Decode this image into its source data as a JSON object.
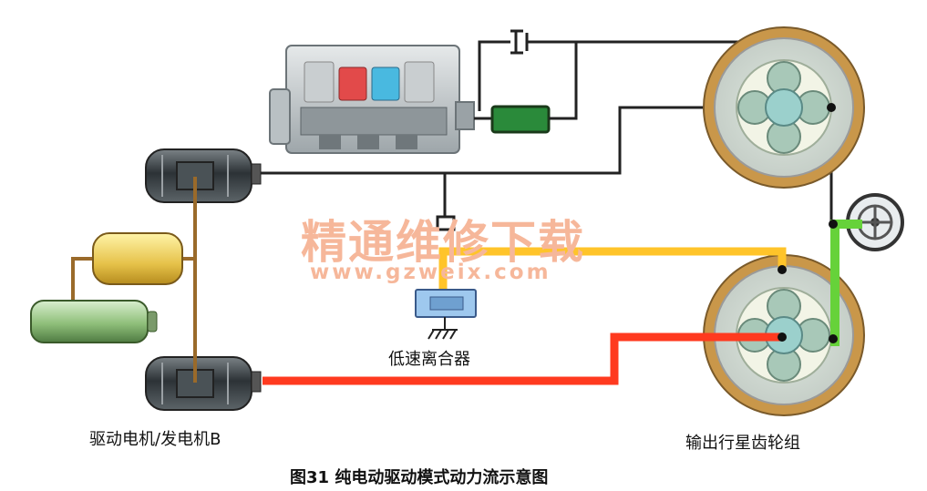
{
  "diagram": {
    "caption": "图31 纯电动驱动模式动力流示意图",
    "labels": {
      "low_speed_clutch": "低速离合器",
      "motor_generator": "驱动电机/发电机B",
      "planetary_gearset": "输出行星齿轮组"
    },
    "watermark": {
      "title": "精通维修下载",
      "url": "www.gzweix.com"
    },
    "colors": {
      "electric_flow": "#ff3a1f",
      "clutch_flow": "#ffc42a",
      "output_flow": "#66d23a",
      "mechanical_link": "#222222",
      "battery_link": "#9a6a2a"
    }
  }
}
